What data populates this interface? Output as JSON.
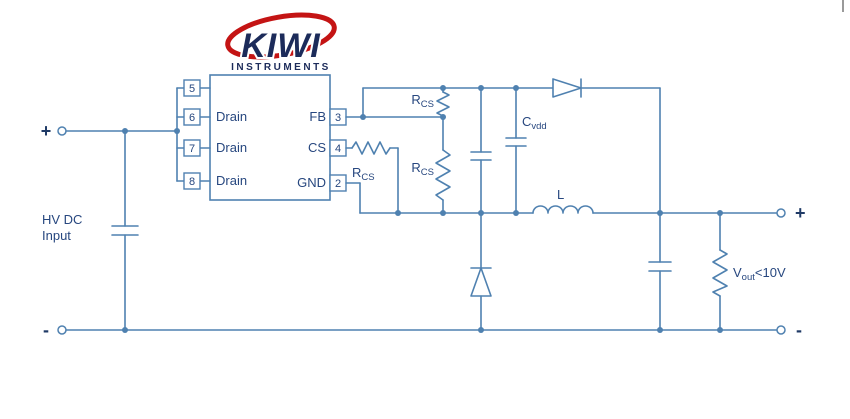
{
  "colors": {
    "wire": "#4f81b0",
    "text": "#27477f",
    "logo_navy": "#1c2b5a",
    "logo_red": "#c41414"
  },
  "logo": {
    "brand": "KIWI",
    "sub": "INSTRUMENTS"
  },
  "input": {
    "plus": "+",
    "minus": "-",
    "label_line1": "HV DC",
    "label_line2": "Input"
  },
  "output": {
    "plus": "+",
    "minus": "-",
    "vout_main": "V",
    "vout_sub": "out",
    "vout_rest": "<10V"
  },
  "ic": {
    "pins_left": [
      {
        "num": "5",
        "label": ""
      },
      {
        "num": "6",
        "label": "Drain"
      },
      {
        "num": "7",
        "label": "Drain"
      },
      {
        "num": "8",
        "label": "Drain"
      }
    ],
    "pins_right": [
      {
        "num": "3",
        "label": "FB"
      },
      {
        "num": "4",
        "label": "CS"
      },
      {
        "num": "2",
        "label": "GND"
      }
    ]
  },
  "components": {
    "rcs_divider_top": {
      "main": "R",
      "sub": "CS"
    },
    "rcs_divider_bottom": {
      "main": "R",
      "sub": "CS"
    },
    "rcs_sense": {
      "main": "R",
      "sub": "CS"
    },
    "cvdd": {
      "main": "C",
      "sub": "vdd"
    },
    "inductor": "L"
  }
}
